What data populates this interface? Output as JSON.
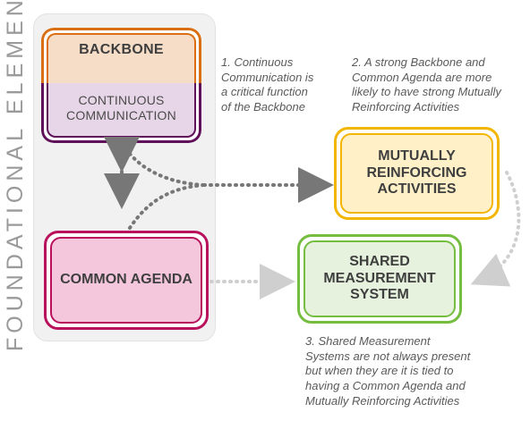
{
  "left_title": "FOUNDATIONAL ELEMENTS",
  "elements": {
    "backbone": "BACKBONE",
    "continuous_communication": "CONTINUOUS\nCOMMUNICATION",
    "common_agenda": "COMMON AGENDA",
    "mutually_reinforcing_activities": "MUTUALLY\nREINFORCING\nACTIVITIES",
    "shared_measurement_system": "SHARED\nMEASUREMENT\nSYSTEM"
  },
  "notes": {
    "note_1": "1. Continuous\nCommunication is\na critical function\nof the Backbone",
    "note_2": "2. A strong Backbone and\nCommon Agenda are more\nlikely to have strong Mutually\nReinforcing Activities",
    "note_3": "3. Shared Measurement\nSystems are not always present\nbut when they are it is tied to\nhaving a Common Agenda and\nMutually Reinforcing Activities"
  },
  "colors": {
    "backbone_border": "#d96f12",
    "backbone_fill": "#f6ddc8",
    "communication_border": "#5f0f59",
    "communication_fill": "#e7d6e7",
    "agenda_border": "#b9125d",
    "agenda_fill": "#f4c7dc",
    "mutual_border": "#f2b500",
    "mutual_fill": "#fff0c8",
    "shared_border": "#74bd3f",
    "shared_fill": "#e6f2dd",
    "connector_dark": "#777777",
    "connector_light": "#cfcfcf"
  }
}
